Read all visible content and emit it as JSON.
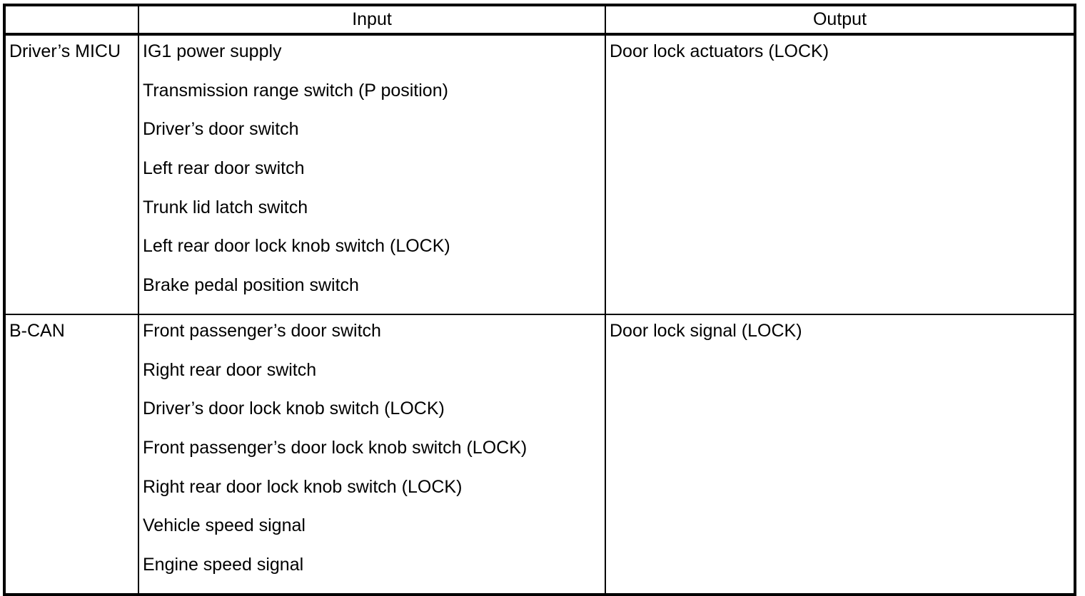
{
  "table": {
    "headers": {
      "category": "",
      "input": "Input",
      "output": "Output"
    },
    "rows": [
      {
        "category": "Driver’s MICU",
        "inputs": [
          "IG1 power supply",
          "Transmission range switch (P position)",
          "Driver’s door switch",
          "Left rear door switch",
          "Trunk lid latch switch",
          "Left rear door lock knob switch (LOCK)",
          "Brake pedal position switch"
        ],
        "outputs": [
          "Door lock actuators (LOCK)"
        ]
      },
      {
        "category": "B-CAN",
        "inputs": [
          "Front passenger’s door switch",
          "Right rear door switch",
          "Driver’s door lock knob switch (LOCK)",
          "Front passenger’s door lock knob switch (LOCK)",
          "Right rear door lock knob switch (LOCK)",
          "Vehicle speed signal",
          "Engine speed signal"
        ],
        "outputs": [
          "Door lock signal (LOCK)"
        ]
      }
    ]
  },
  "colors": {
    "border": "#000000",
    "text": "#000000",
    "background": "#ffffff"
  }
}
